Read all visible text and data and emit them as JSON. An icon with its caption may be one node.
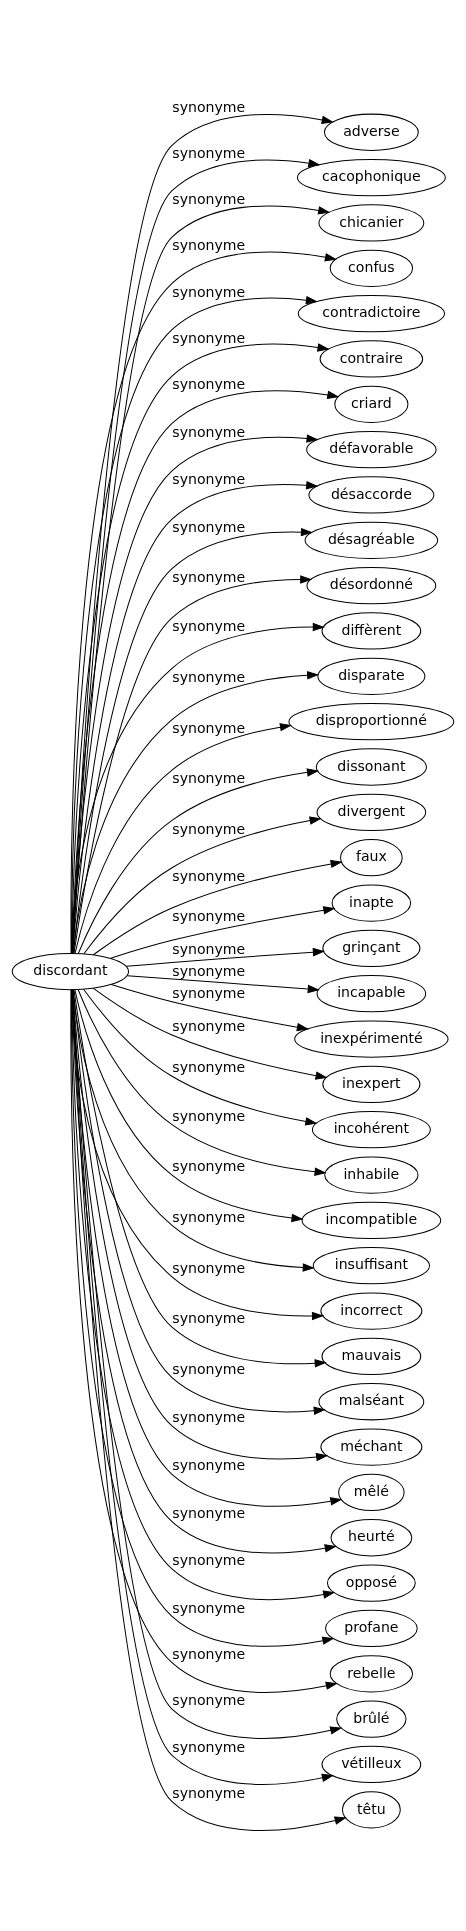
{
  "diagram": {
    "nodes": [
      {
        "text": [
          "discordant"
        ]
      },
      {
        "text": [
          "adverse"
        ]
      },
      {
        "text": [
          "cacophonique"
        ]
      },
      {
        "text": [
          "chicanier"
        ]
      },
      {
        "text": [
          "confus"
        ]
      },
      {
        "text": [
          "contradictoire"
        ]
      },
      {
        "text": [
          "contraire"
        ]
      },
      {
        "text": [
          "criard"
        ]
      },
      {
        "text": [
          "défavorable"
        ]
      },
      {
        "text": [
          "désaccorde"
        ]
      },
      {
        "text": [
          "désagréable"
        ]
      },
      {
        "text": [
          "désordonné"
        ]
      },
      {
        "text": [
          "diffèrent"
        ]
      },
      {
        "text": [
          "disparate"
        ]
      },
      {
        "text": [
          "disproportionné"
        ]
      },
      {
        "text": [
          "dissonant"
        ]
      },
      {
        "text": [
          "divergent"
        ]
      },
      {
        "text": [
          "faux"
        ]
      },
      {
        "text": [
          "inapte"
        ]
      },
      {
        "text": [
          "grinçant"
        ]
      },
      {
        "text": [
          "incapable"
        ]
      },
      {
        "text": [
          "inexpérimenté"
        ]
      },
      {
        "text": [
          "inexpert"
        ]
      },
      {
        "text": [
          "incohérent"
        ]
      },
      {
        "text": [
          "inhabile"
        ]
      },
      {
        "text": [
          "incompatible"
        ]
      },
      {
        "text": [
          "insuffisant"
        ]
      },
      {
        "text": [
          "incorrect"
        ]
      },
      {
        "text": [
          "mauvais"
        ]
      },
      {
        "text": [
          "malséant"
        ]
      },
      {
        "text": [
          "méchant"
        ]
      },
      {
        "text": [
          "mêlé"
        ]
      },
      {
        "text": [
          "heurté"
        ]
      },
      {
        "text": [
          "opposé"
        ]
      },
      {
        "text": [
          "profane"
        ]
      },
      {
        "text": [
          "rebelle"
        ]
      },
      {
        "text": [
          "brûlé"
        ]
      },
      {
        "text": [
          "vétilleux"
        ]
      },
      {
        "text": [
          "têtu"
        ]
      }
    ],
    "edges": [
      {
        "from": 0,
        "to": 1,
        "arrow": "to",
        "label": "synonyme"
      },
      {
        "from": 0,
        "to": 2,
        "arrow": "to",
        "label": "synonyme"
      },
      {
        "from": 0,
        "to": 3,
        "arrow": "to",
        "label": "synonyme"
      },
      {
        "from": 0,
        "to": 4,
        "arrow": "to",
        "label": "synonyme"
      },
      {
        "from": 0,
        "to": 5,
        "arrow": "to",
        "label": "synonyme"
      },
      {
        "from": 0,
        "to": 6,
        "arrow": "to",
        "label": "synonyme"
      },
      {
        "from": 0,
        "to": 7,
        "arrow": "to",
        "label": "synonyme"
      },
      {
        "from": 0,
        "to": 8,
        "arrow": "to",
        "label": "synonyme"
      },
      {
        "from": 0,
        "to": 9,
        "arrow": "to",
        "label": "synonyme"
      },
      {
        "from": 0,
        "to": 10,
        "arrow": "to",
        "label": "synonyme"
      },
      {
        "from": 0,
        "to": 11,
        "arrow": "to",
        "label": "synonyme"
      },
      {
        "from": 0,
        "to": 12,
        "arrow": "to",
        "label": "synonyme"
      },
      {
        "from": 0,
        "to": 13,
        "arrow": "to",
        "label": "synonyme"
      },
      {
        "from": 0,
        "to": 14,
        "arrow": "to",
        "label": "synonyme"
      },
      {
        "from": 0,
        "to": 15,
        "arrow": "to",
        "label": "synonyme"
      },
      {
        "from": 0,
        "to": 16,
        "arrow": "to",
        "label": "synonyme"
      },
      {
        "from": 0,
        "to": 17,
        "arrow": "to",
        "label": "synonyme"
      },
      {
        "from": 0,
        "to": 18,
        "arrow": "to",
        "label": "synonyme"
      },
      {
        "from": 0,
        "to": 19,
        "arrow": "to",
        "label": "synonyme"
      },
      {
        "from": 0,
        "to": 20,
        "arrow": "to",
        "label": "synonyme"
      },
      {
        "from": 0,
        "to": 21,
        "arrow": "to",
        "label": "synonyme"
      },
      {
        "from": 0,
        "to": 22,
        "arrow": "to",
        "label": "synonyme"
      },
      {
        "from": 0,
        "to": 23,
        "arrow": "to",
        "label": "synonyme"
      },
      {
        "from": 0,
        "to": 24,
        "arrow": "to",
        "label": "synonyme"
      },
      {
        "from": 0,
        "to": 25,
        "arrow": "to",
        "label": "synonyme"
      },
      {
        "from": 0,
        "to": 26,
        "arrow": "to",
        "label": "synonyme"
      },
      {
        "from": 0,
        "to": 27,
        "arrow": "to",
        "label": "synonyme"
      },
      {
        "from": 0,
        "to": 28,
        "arrow": "to",
        "label": "synonyme"
      },
      {
        "from": 0,
        "to": 29,
        "arrow": "to",
        "label": "synonyme"
      },
      {
        "from": 0,
        "to": 30,
        "arrow": "to",
        "label": "synonyme"
      },
      {
        "from": 0,
        "to": 31,
        "arrow": "to",
        "label": "synonyme"
      },
      {
        "from": 0,
        "to": 32,
        "arrow": "to",
        "label": "synonyme"
      },
      {
        "from": 0,
        "to": 33,
        "arrow": "to",
        "label": "synonyme"
      },
      {
        "from": 0,
        "to": 34,
        "arrow": "to",
        "label": "synonyme"
      },
      {
        "from": 0,
        "to": 35,
        "arrow": "to",
        "label": "synonyme"
      },
      {
        "from": 0,
        "to": 36,
        "arrow": "to",
        "label": "synonyme"
      },
      {
        "from": 0,
        "to": 37,
        "arrow": "to",
        "label": "synonyme"
      },
      {
        "from": 0,
        "to": 38,
        "arrow": "to",
        "label": "synonyme"
      }
    ]
  }
}
